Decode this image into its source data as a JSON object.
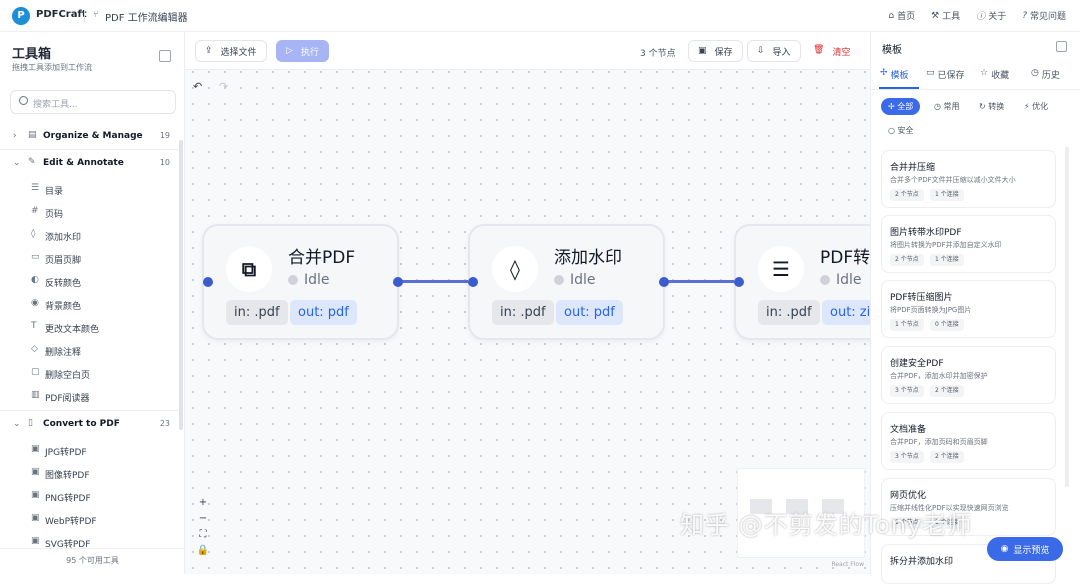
{
  "app": {
    "brand": "PDFCraft",
    "workflow_title": "PDF 工作流编辑器",
    "logo_glyph": "P"
  },
  "topnav": [
    {
      "icon": "home-icon",
      "label": "首页"
    },
    {
      "icon": "wrench-icon",
      "label": "工具"
    },
    {
      "icon": "info-icon",
      "label": "关于"
    },
    {
      "icon": "help-icon",
      "label": "常见问题"
    }
  ],
  "sidebar": {
    "title": "工具箱",
    "subtitle": "拖拽工具添加到工作流",
    "search_placeholder": "搜索工具...",
    "categories": [
      {
        "label": "Organize & Manage",
        "count": "19",
        "chevron": "›"
      },
      {
        "label": "Edit & Annotate",
        "count": "10",
        "chevron": "⌄"
      },
      {
        "label": "Convert to PDF",
        "count": "23",
        "chevron": "⌄"
      }
    ],
    "edit_tools": [
      {
        "label": "目录",
        "glyph": "☰"
      },
      {
        "label": "页码",
        "glyph": "#"
      },
      {
        "label": "添加水印",
        "glyph": "◊"
      },
      {
        "label": "页眉页脚",
        "glyph": "▭"
      },
      {
        "label": "反转颜色",
        "glyph": "◐"
      },
      {
        "label": "背景颜色",
        "glyph": "◉"
      },
      {
        "label": "更改文本颜色",
        "glyph": "T"
      },
      {
        "label": "删除注释",
        "glyph": "◇"
      },
      {
        "label": "删除空白页",
        "glyph": "▢"
      },
      {
        "label": "PDF阅读器",
        "glyph": "▥"
      }
    ],
    "convert_tools": [
      {
        "label": "JPG转PDF",
        "glyph": "▣"
      },
      {
        "label": "图像转PDF",
        "glyph": "▣"
      },
      {
        "label": "PNG转PDF",
        "glyph": "▣"
      },
      {
        "label": "WebP转PDF",
        "glyph": "▣"
      },
      {
        "label": "SVG转PDF",
        "glyph": "▣"
      }
    ],
    "footer": "95 个可用工具"
  },
  "toolbar": {
    "select_file": "选择文件",
    "run": "执行",
    "node_count": "3 个节点",
    "save": "保存",
    "import": "导入",
    "clear": "清空"
  },
  "canvas": {
    "nodes": [
      {
        "title": "合并PDF",
        "icon": "merge-icon",
        "glyph": "⧉",
        "status": "Idle",
        "in": "in: .pdf",
        "out": "out: pdf"
      },
      {
        "title": "添加水印",
        "icon": "watermark-icon",
        "glyph": "◊",
        "status": "Idle",
        "in": "in: .pdf",
        "out": "out: pdf"
      },
      {
        "title": "PDF转",
        "icon": "compress-icon",
        "glyph": "☰",
        "status": "Idle",
        "in": "in: .pdf",
        "out": "out: zip"
      }
    ],
    "zoom_controls": [
      "+",
      "−",
      "⛶",
      "🔒"
    ],
    "undo_glyph": "↶",
    "redo_glyph": "↷",
    "attribution": "React Flow",
    "accent": "#3b5bcf"
  },
  "watermark": "知乎 @不剪发的Tony老师",
  "templates": {
    "title": "模板",
    "tabs": [
      {
        "label": "模板",
        "icon": "template-icon",
        "glyph": "✢"
      },
      {
        "label": "已保存",
        "icon": "folder-icon",
        "glyph": "▭"
      },
      {
        "label": "收藏",
        "icon": "star-icon",
        "glyph": "☆"
      },
      {
        "label": "历史",
        "icon": "history-icon",
        "glyph": "◷"
      }
    ],
    "filters": [
      {
        "label": "全部",
        "glyph": "✢"
      },
      {
        "label": "常用",
        "glyph": "◷"
      },
      {
        "label": "转换",
        "glyph": "↻"
      },
      {
        "label": "优化",
        "glyph": "⚡"
      },
      {
        "label": "安全",
        "glyph": "○"
      }
    ],
    "cards": [
      {
        "title": "合并并压缩",
        "desc": "合并多个PDF文件并压缩以减小文件大小",
        "nodes": "2 个节点",
        "links": "1 个连接"
      },
      {
        "title": "图片转带水印PDF",
        "desc": "将图片转换为PDF并添加自定义水印",
        "nodes": "2 个节点",
        "links": "1 个连接"
      },
      {
        "title": "PDF转压缩图片",
        "desc": "将PDF页面转换为JPG图片",
        "nodes": "1 个节点",
        "links": "0 个连接"
      },
      {
        "title": "创建安全PDF",
        "desc": "合并PDF，添加水印并加密保护",
        "nodes": "3 个节点",
        "links": "2 个连接"
      },
      {
        "title": "文档准备",
        "desc": "合并PDF，添加页码和页眉页脚",
        "nodes": "3 个节点",
        "links": "2 个连接"
      },
      {
        "title": "网页优化",
        "desc": "压缩并线性化PDF以实现快速网页浏览",
        "nodes": "2 个节点",
        "links": "1 个连接"
      },
      {
        "title": "拆分并添加水印",
        "desc": "",
        "nodes": "",
        "links": ""
      }
    ],
    "preview_button": "显示预览"
  }
}
